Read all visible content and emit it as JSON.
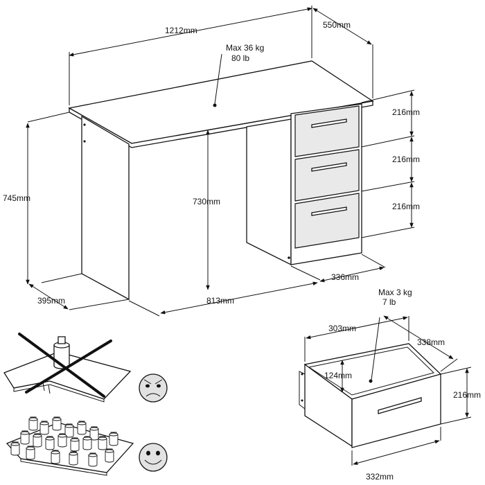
{
  "desk": {
    "width_label": "1212mm",
    "depth_label": "550mm",
    "load_label_line1": "Max 36 kg",
    "load_label_line2": "80 lb",
    "total_height_label": "745mm",
    "knee_height_label": "730mm",
    "left_depth_label": "395mm",
    "knee_width_label": "813mm",
    "drawer_unit_width_label": "336mm",
    "drawer_heights": [
      "216mm",
      "216mm",
      "216mm"
    ]
  },
  "drawer": {
    "load_label_line1": "Max 3 kg",
    "load_label_line2": "7 lb",
    "inner_width_label": "303mm",
    "inner_depth_label": "338mm",
    "inner_height_label": "124mm",
    "front_height_label": "216mm",
    "front_width_label": "332mm"
  },
  "loading_guide": {
    "bad_icon": "angry-face-icon",
    "good_icon": "smiling-face-icon"
  }
}
